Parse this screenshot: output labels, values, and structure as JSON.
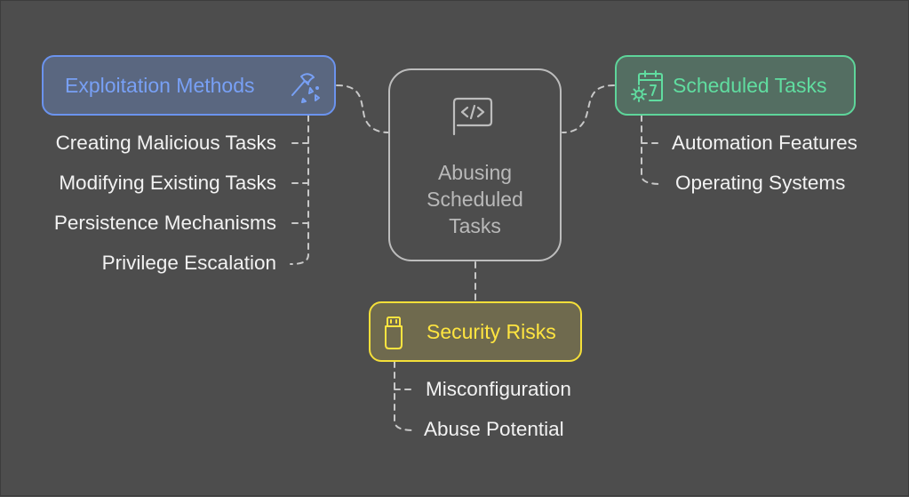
{
  "center": {
    "title": "Abusing\nScheduled\nTasks",
    "icon": "code-icon",
    "color": "#bdbdbd"
  },
  "exploitation": {
    "title": "Exploitation Methods",
    "icon": "axe-break-icon",
    "color": "#6b93ee",
    "items": [
      "Creating Malicious Tasks",
      "Modifying Existing Tasks",
      "Persistence Mechanisms",
      "Privilege Escalation"
    ]
  },
  "scheduled": {
    "title": "Scheduled Tasks",
    "icon": "calendar-gear-icon",
    "color": "#5ed59a",
    "items": [
      "Automation Features",
      "Operating Systems"
    ]
  },
  "security": {
    "title": "Security Risks",
    "icon": "usb-drive-icon",
    "color": "#f4df39",
    "items": [
      "Misconfiguration",
      "Abuse Potential"
    ]
  }
}
